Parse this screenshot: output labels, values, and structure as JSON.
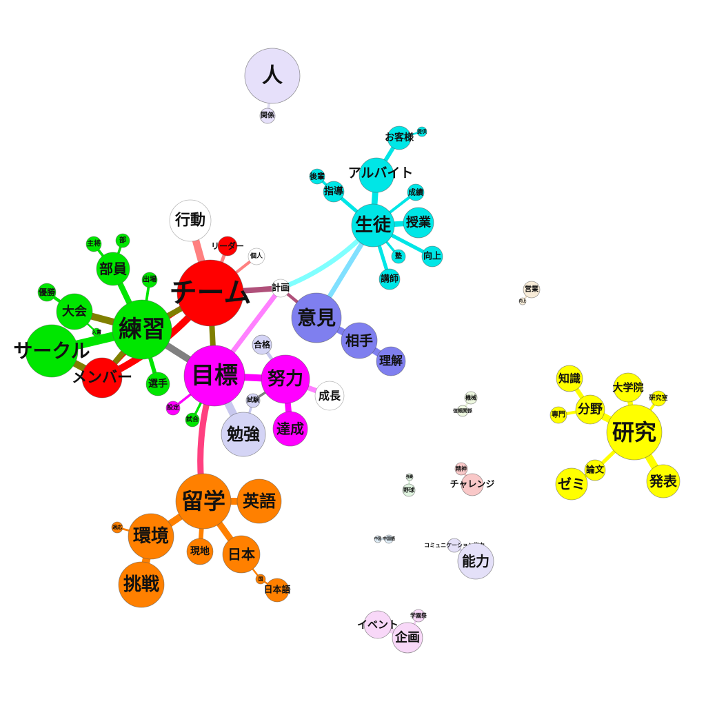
{
  "nodes": [
    {
      "id": "hito",
      "label": "人",
      "color": "#e6e0fa"
    },
    {
      "id": "kankei",
      "label": "関係",
      "color": "#e6e0fa"
    },
    {
      "id": "team",
      "label": "チーム",
      "color": "#ff0000"
    },
    {
      "id": "member",
      "label": "メンバー",
      "color": "#ff0000"
    },
    {
      "id": "leader",
      "label": "リーダー",
      "color": "#ff0000"
    },
    {
      "id": "kojin",
      "label": "個人",
      "color": "#ffffff"
    },
    {
      "id": "koudou",
      "label": "行動",
      "color": "#ffffff"
    },
    {
      "id": "keikaku",
      "label": "計画",
      "color": "#ffffff"
    },
    {
      "id": "renshu",
      "label": "練習",
      "color": "#00e600"
    },
    {
      "id": "circle",
      "label": "サークル",
      "color": "#00e600"
    },
    {
      "id": "taikai",
      "label": "大会",
      "color": "#00e600"
    },
    {
      "id": "yusho",
      "label": "優勝",
      "color": "#00e600"
    },
    {
      "id": "buin",
      "label": "部員",
      "color": "#00e600"
    },
    {
      "id": "shusho",
      "label": "主将",
      "color": "#00e600"
    },
    {
      "id": "bu",
      "label": "部",
      "color": "#00e600"
    },
    {
      "id": "shutsujo",
      "label": "出場",
      "color": "#00e600"
    },
    {
      "id": "nyusho",
      "label": "入賞",
      "color": "#00e600"
    },
    {
      "id": "senshu",
      "label": "選手",
      "color": "#00e600"
    },
    {
      "id": "shiai",
      "label": "試合",
      "color": "#00e600"
    },
    {
      "id": "mokuhyo",
      "label": "目標",
      "color": "#ff00ff"
    },
    {
      "id": "doryoku",
      "label": "努力",
      "color": "#ff00ff"
    },
    {
      "id": "tassei",
      "label": "達成",
      "color": "#ff00ff"
    },
    {
      "id": "settei",
      "label": "設定",
      "color": "#ff00ff"
    },
    {
      "id": "seicho",
      "label": "成長",
      "color": "#ffffff"
    },
    {
      "id": "benkyo",
      "label": "勉強",
      "color": "#d4d4f5"
    },
    {
      "id": "goukaku",
      "label": "合格",
      "color": "#d4d4f5"
    },
    {
      "id": "shiken",
      "label": "試験",
      "color": "#d4d4f5"
    },
    {
      "id": "iken",
      "label": "意見",
      "color": "#7f7fef"
    },
    {
      "id": "aite",
      "label": "相手",
      "color": "#7f7fef"
    },
    {
      "id": "rikai",
      "label": "理解",
      "color": "#7f7fef"
    },
    {
      "id": "seito",
      "label": "生徒",
      "color": "#00e6e6"
    },
    {
      "id": "arubaito",
      "label": "アルバイト",
      "color": "#00e6e6"
    },
    {
      "id": "okyakusama",
      "label": "お客様",
      "color": "#00e6e6"
    },
    {
      "id": "teikyo",
      "label": "提供",
      "color": "#00e6e6"
    },
    {
      "id": "kohai",
      "label": "後輩",
      "color": "#00e6e6"
    },
    {
      "id": "shido",
      "label": "指導",
      "color": "#00e6e6"
    },
    {
      "id": "seiseki",
      "label": "成績",
      "color": "#00e6e6"
    },
    {
      "id": "jugyo",
      "label": "授業",
      "color": "#00e6e6"
    },
    {
      "id": "juku",
      "label": "塾",
      "color": "#00e6e6"
    },
    {
      "id": "kojo",
      "label": "向上",
      "color": "#00e6e6"
    },
    {
      "id": "koshi",
      "label": "講師",
      "color": "#00e6e6"
    },
    {
      "id": "ryugaku",
      "label": "留学",
      "color": "#ff8000"
    },
    {
      "id": "eigo",
      "label": "英語",
      "color": "#ff8000"
    },
    {
      "id": "kankyo",
      "label": "環境",
      "color": "#ff8000"
    },
    {
      "id": "tekio",
      "label": "適応",
      "color": "#ff8000"
    },
    {
      "id": "chosen",
      "label": "挑戦",
      "color": "#ff8000"
    },
    {
      "id": "genchi",
      "label": "現地",
      "color": "#ff8000"
    },
    {
      "id": "nihon",
      "label": "日本",
      "color": "#ff8000"
    },
    {
      "id": "kuni",
      "label": "国",
      "color": "#ff8000"
    },
    {
      "id": "nihongo",
      "label": "日本語",
      "color": "#ff8000"
    },
    {
      "id": "kenkyu",
      "label": "研究",
      "color": "#ffff00"
    },
    {
      "id": "bunya",
      "label": "分野",
      "color": "#ffff00"
    },
    {
      "id": "chishiki",
      "label": "知識",
      "color": "#ffff00"
    },
    {
      "id": "senmon",
      "label": "専門",
      "color": "#ffff00"
    },
    {
      "id": "daigakuin",
      "label": "大学院",
      "color": "#ffff00"
    },
    {
      "id": "kenkyushitsu",
      "label": "研究室",
      "color": "#ffff00"
    },
    {
      "id": "ronbun",
      "label": "論文",
      "color": "#ffff00"
    },
    {
      "id": "zemi",
      "label": "ゼミ",
      "color": "#ffff00"
    },
    {
      "id": "happyo",
      "label": "発表",
      "color": "#ffff00"
    },
    {
      "id": "eigyo",
      "label": "営業",
      "color": "#f8ecd8"
    },
    {
      "id": "eigyo_sub",
      "label": "向上",
      "color": "#f8ecd8"
    },
    {
      "id": "kikai",
      "label": "機械",
      "color": "#eef8e0"
    },
    {
      "id": "shinrai",
      "label": "信頼関係",
      "color": "#eef8e0"
    },
    {
      "id": "seishin",
      "label": "精神",
      "color": "#f9c8c8"
    },
    {
      "id": "challenge",
      "label": "チャレンジ",
      "color": "#f9c8c8"
    },
    {
      "id": "yakyu_sub",
      "label": "強豪",
      "color": "#e0f4e0"
    },
    {
      "id": "yakyu",
      "label": "野球",
      "color": "#e0f4e0"
    },
    {
      "id": "chugoku",
      "label": "中国",
      "color": "#e0eef8"
    },
    {
      "id": "chugokugo",
      "label": "中国語",
      "color": "#e0eef8"
    },
    {
      "id": "comm",
      "label": "コミュニケーション能力",
      "color": "#e4e0f8"
    },
    {
      "id": "noryoku",
      "label": "能力",
      "color": "#e4e0f8"
    },
    {
      "id": "event",
      "label": "イベント",
      "color": "#f8d8f8"
    },
    {
      "id": "gakuensai",
      "label": "学園祭",
      "color": "#f8d8f8"
    },
    {
      "id": "kikaku",
      "label": "企画",
      "color": "#f8d8f8"
    }
  ],
  "edges": [
    {
      "from": "hito",
      "to": "kankei",
      "color": "#e0ddf2"
    },
    {
      "from": "team",
      "to": "member",
      "color": "#ff0000"
    },
    {
      "from": "team",
      "to": "leader",
      "color": "#ff8080"
    },
    {
      "from": "team",
      "to": "kojin",
      "color": "#ff8080"
    },
    {
      "from": "team",
      "to": "koudou",
      "color": "#ff8080"
    },
    {
      "from": "team",
      "to": "keikaku",
      "color": "#b0507a"
    },
    {
      "from": "team",
      "to": "renshu",
      "color": "#808000"
    },
    {
      "from": "team",
      "to": "mokuhyo",
      "color": "#808000"
    },
    {
      "from": "keikaku",
      "to": "iken",
      "color": "#b0507a"
    },
    {
      "from": "keikaku",
      "to": "mokuhyo",
      "color": "#ff80ff"
    },
    {
      "from": "keikaku",
      "to": "seito",
      "color": "#80ffff"
    },
    {
      "from": "iken",
      "to": "seito",
      "color": "#80e0ff"
    },
    {
      "from": "renshu",
      "to": "circle",
      "color": "#00e600"
    },
    {
      "from": "renshu",
      "to": "taikai",
      "color": "#808000"
    },
    {
      "from": "renshu",
      "to": "buin",
      "color": "#00e600"
    },
    {
      "from": "renshu",
      "to": "shutsujo",
      "color": "#00e600"
    },
    {
      "from": "renshu",
      "to": "member",
      "color": "#808000"
    },
    {
      "from": "renshu",
      "to": "mokuhyo",
      "color": "#808080"
    },
    {
      "from": "renshu",
      "to": "senshu",
      "color": "#00e600"
    },
    {
      "from": "circle",
      "to": "member",
      "color": "#808000"
    },
    {
      "from": "taikai",
      "to": "yusho",
      "color": "#00e600"
    },
    {
      "from": "taikai",
      "to": "nyusho",
      "color": "#00e600"
    },
    {
      "from": "buin",
      "to": "shusho",
      "color": "#00e600"
    },
    {
      "from": "buin",
      "to": "bu",
      "color": "#00e600"
    },
    {
      "from": "member",
      "to": "team",
      "color": "#ff0000"
    },
    {
      "from": "mokuhyo",
      "to": "doryoku",
      "color": "#ff00ff"
    },
    {
      "from": "mokuhyo",
      "to": "settei",
      "color": "#ff00ff"
    },
    {
      "from": "mokuhyo",
      "to": "shiai",
      "color": "#00e600"
    },
    {
      "from": "mokuhyo",
      "to": "benkyo",
      "color": "#c8c8ee"
    },
    {
      "from": "mokuhyo",
      "to": "ryugaku",
      "color": "#ff4080"
    },
    {
      "from": "doryoku",
      "to": "tassei",
      "color": "#ff00ff"
    },
    {
      "from": "doryoku",
      "to": "seicho",
      "color": "#ff80ff"
    },
    {
      "from": "doryoku",
      "to": "goukaku",
      "color": "#c8c8ee"
    },
    {
      "from": "doryoku",
      "to": "shiken",
      "color": "#808080"
    },
    {
      "from": "benkyo",
      "to": "shiken",
      "color": "#c8c8ee"
    },
    {
      "from": "iken",
      "to": "aite",
      "color": "#7f7fef"
    },
    {
      "from": "aite",
      "to": "rikai",
      "color": "#7f7fef"
    },
    {
      "from": "seito",
      "to": "arubaito",
      "color": "#00e6e6"
    },
    {
      "from": "seito",
      "to": "shido",
      "color": "#00e6e6"
    },
    {
      "from": "seito",
      "to": "seiseki",
      "color": "#00e6e6"
    },
    {
      "from": "seito",
      "to": "jugyo",
      "color": "#00e6e6"
    },
    {
      "from": "seito",
      "to": "juku",
      "color": "#00e6e6"
    },
    {
      "from": "seito",
      "to": "kojo",
      "color": "#00e6e6"
    },
    {
      "from": "seito",
      "to": "koshi",
      "color": "#00e6e6"
    },
    {
      "from": "arubaito",
      "to": "okyakusama",
      "color": "#00e6e6"
    },
    {
      "from": "okyakusama",
      "to": "teikyo",
      "color": "#00e6e6"
    },
    {
      "from": "shido",
      "to": "kohai",
      "color": "#00e6e6"
    },
    {
      "from": "ryugaku",
      "to": "eigo",
      "color": "#ff8000"
    },
    {
      "from": "ryugaku",
      "to": "kankyo",
      "color": "#ff8000"
    },
    {
      "from": "ryugaku",
      "to": "genchi",
      "color": "#ff8000"
    },
    {
      "from": "ryugaku",
      "to": "nihon",
      "color": "#ff8000"
    },
    {
      "from": "kankyo",
      "to": "tekio",
      "color": "#ff8000"
    },
    {
      "from": "kankyo",
      "to": "chosen",
      "color": "#ff8000"
    },
    {
      "from": "nihon",
      "to": "kuni",
      "color": "#ff8000"
    },
    {
      "from": "kuni",
      "to": "nihongo",
      "color": "#ff8000"
    },
    {
      "from": "kenkyu",
      "to": "bunya",
      "color": "#ffff00"
    },
    {
      "from": "kenkyu",
      "to": "daigakuin",
      "color": "#ffff00"
    },
    {
      "from": "kenkyu",
      "to": "kenkyushitsu",
      "color": "#ffff00"
    },
    {
      "from": "kenkyu",
      "to": "ronbun",
      "color": "#ffff00"
    },
    {
      "from": "kenkyu",
      "to": "happyo",
      "color": "#ffff00"
    },
    {
      "from": "bunya",
      "to": "chishiki",
      "color": "#ffff00"
    },
    {
      "from": "bunya",
      "to": "senmon",
      "color": "#ffff00"
    },
    {
      "from": "ronbun",
      "to": "zemi",
      "color": "#ffff00"
    },
    {
      "from": "eigyo",
      "to": "eigyo_sub",
      "color": "#f0e0c8"
    },
    {
      "from": "kikai",
      "to": "shinrai",
      "color": "#e8f2d8"
    },
    {
      "from": "seishin",
      "to": "challenge",
      "color": "#f4c0c0"
    },
    {
      "from": "yakyu_sub",
      "to": "yakyu",
      "color": "#d8eed8"
    },
    {
      "from": "chugoku",
      "to": "chugokugo",
      "color": "#d8e8f2"
    },
    {
      "from": "comm",
      "to": "noryoku",
      "color": "#dcd8f2"
    },
    {
      "from": "event",
      "to": "kikaku",
      "color": "#f2d0f2"
    },
    {
      "from": "gakuensai",
      "to": "kikaku",
      "color": "#f2d0f2"
    }
  ]
}
